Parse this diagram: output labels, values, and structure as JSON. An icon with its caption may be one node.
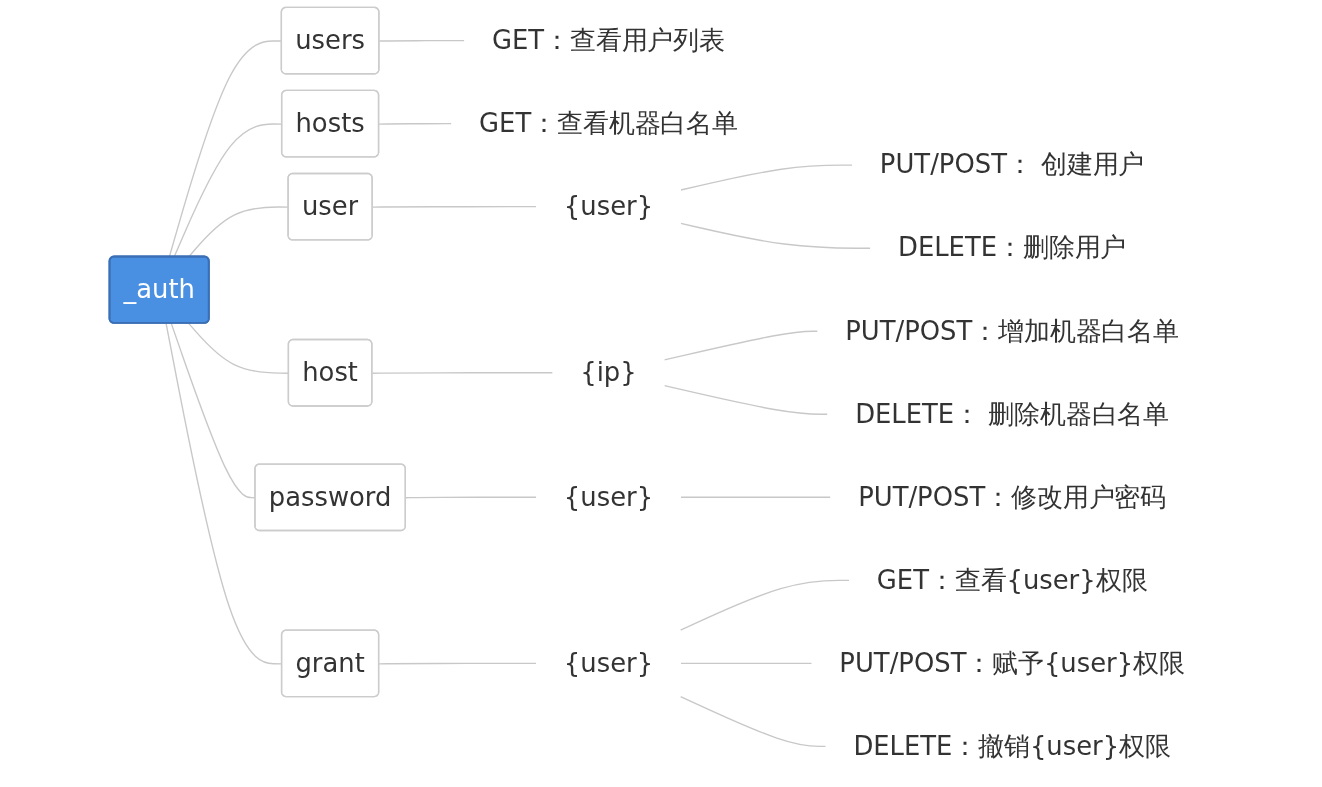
{
  "diagram": {
    "nodes": [
      {
        "text": [
          "_auth"
        ]
      },
      {
        "text": [
          "users"
        ]
      },
      {
        "text": [
          "GET：查看用户列表"
        ]
      },
      {
        "text": [
          "hosts"
        ]
      },
      {
        "text": [
          "GET：查看机器白名单"
        ]
      },
      {
        "text": [
          "user"
        ]
      },
      {
        "text": [
          "{user}"
        ]
      },
      {
        "text": [
          "PUT/POST： 创建用户"
        ]
      },
      {
        "text": [
          "DELETE：删除用户"
        ]
      },
      {
        "text": [
          "host"
        ]
      },
      {
        "text": [
          "{ip}"
        ]
      },
      {
        "text": [
          "PUT/POST：增加机器白名单"
        ]
      },
      {
        "text": [
          "DELETE： 删除机器白名单"
        ]
      },
      {
        "text": [
          "password"
        ]
      },
      {
        "text": [
          "{user}"
        ]
      },
      {
        "text": [
          "PUT/POST：修改用户密码"
        ]
      },
      {
        "text": [
          "grant"
        ]
      },
      {
        "text": [
          "{user}"
        ]
      },
      {
        "text": [
          "GET：查看{user}权限"
        ]
      },
      {
        "text": [
          "PUT/POST：赋予{user}权限"
        ]
      },
      {
        "text": [
          "DELETE：撤销{user}权限"
        ]
      }
    ],
    "edges": [
      {
        "from": 0,
        "to": 1,
        "arrow": "none"
      },
      {
        "from": 1,
        "to": 2,
        "arrow": "none"
      },
      {
        "from": 0,
        "to": 3,
        "arrow": "none"
      },
      {
        "from": 3,
        "to": 4,
        "arrow": "none"
      },
      {
        "from": 0,
        "to": 5,
        "arrow": "none"
      },
      {
        "from": 5,
        "to": 6,
        "arrow": "none"
      },
      {
        "from": 6,
        "to": 7,
        "arrow": "none"
      },
      {
        "from": 6,
        "to": 8,
        "arrow": "none"
      },
      {
        "from": 0,
        "to": 9,
        "arrow": "none"
      },
      {
        "from": 9,
        "to": 10,
        "arrow": "none"
      },
      {
        "from": 10,
        "to": 11,
        "arrow": "none"
      },
      {
        "from": 10,
        "to": 12,
        "arrow": "none"
      },
      {
        "from": 0,
        "to": 13,
        "arrow": "none"
      },
      {
        "from": 13,
        "to": 14,
        "arrow": "none"
      },
      {
        "from": 14,
        "to": 15,
        "arrow": "none"
      },
      {
        "from": 0,
        "to": 16,
        "arrow": "none"
      },
      {
        "from": 16,
        "to": 17,
        "arrow": "none"
      },
      {
        "from": 17,
        "to": 18,
        "arrow": "none"
      },
      {
        "from": 17,
        "to": 19,
        "arrow": "none"
      },
      {
        "from": 17,
        "to": 20,
        "arrow": "none"
      }
    ]
  }
}
